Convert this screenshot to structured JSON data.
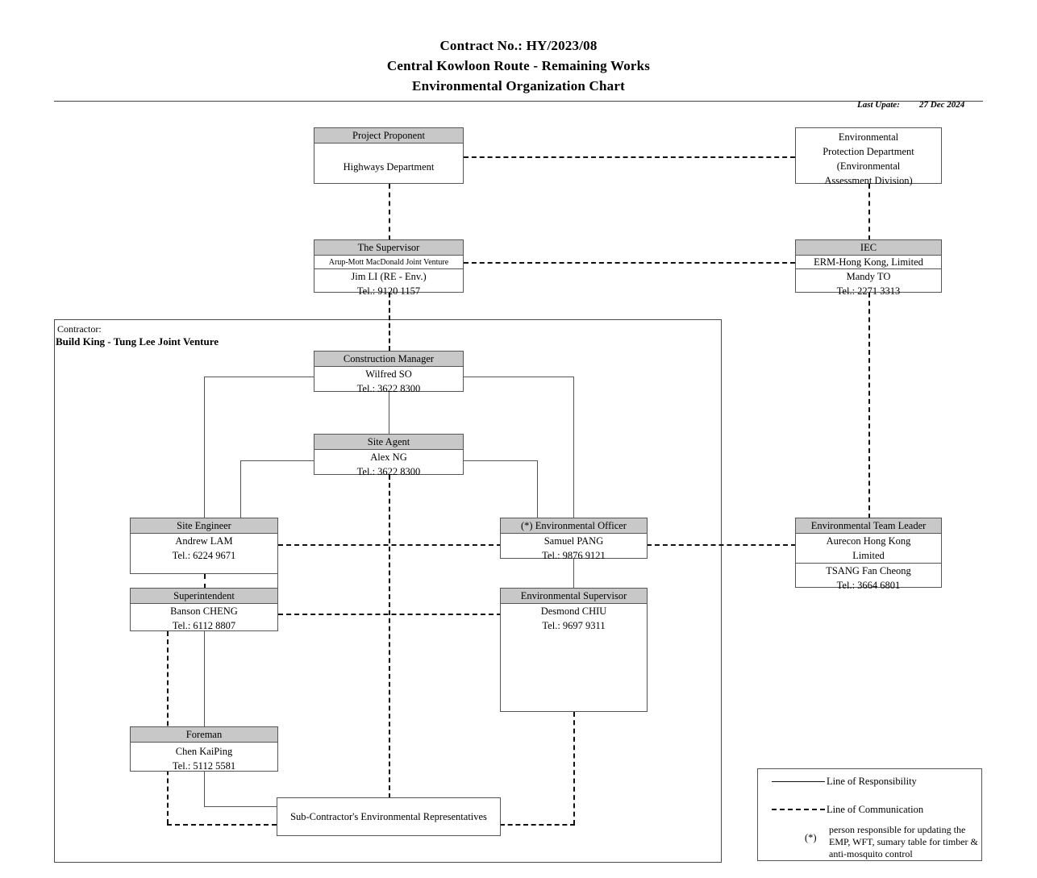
{
  "title": {
    "line1": "Contract No.: HY/2023/08",
    "line2": "Central Kowloon Route - Remaining Works",
    "line3": "Environmental Organization Chart"
  },
  "last_update": {
    "label": "Last Upate:",
    "value": "27 Dec 2024"
  },
  "contractor": {
    "caption": "Contractor:",
    "name": "Build King - Tung Lee Joint Venture"
  },
  "nodes": {
    "project_proponent": {
      "header": "Project Proponent",
      "line1": "Highways Department"
    },
    "epd": {
      "line1": "Environmental",
      "line2": "Protection Department",
      "line3": "(Environmental",
      "line4": "Assessment Division)"
    },
    "supervisor": {
      "header": "The Supervisor",
      "org": "Arup-Mott MacDonald Joint Venture",
      "person": "Jim LI (RE - Env.)",
      "tel": "Tel.: 9120 1157"
    },
    "iec": {
      "header": "IEC",
      "org": "ERM-Hong Kong, Limited",
      "person": "Mandy TO",
      "tel": "Tel.: 2271 3313"
    },
    "construction_manager": {
      "header": "Construction Manager",
      "person": "Wilfred SO",
      "tel": "Tel.: 3622 8300"
    },
    "site_agent": {
      "header": "Site Agent",
      "person": "Alex NG",
      "tel": "Tel.: 3622 8300"
    },
    "site_engineer": {
      "header": "Site Engineer",
      "person": "Andrew LAM",
      "tel": "Tel.: 6224 9671"
    },
    "environmental_officer": {
      "header": "(*) Environmental Officer",
      "person": "Samuel PANG",
      "tel": "Tel.: 9876 9121"
    },
    "environmental_team_leader": {
      "header": "Environmental Team Leader",
      "org1": "Aurecon Hong Kong",
      "org2": "Limited",
      "person": "TSANG Fan Cheong",
      "tel": "Tel.: 3664 6801"
    },
    "superintendent": {
      "header": "Superintendent",
      "person": "Banson CHENG",
      "tel": "Tel.: 6112 8807"
    },
    "environmental_supervisor": {
      "header": "Environmental Supervisor",
      "person": "Desmond CHIU",
      "tel": "Tel.: 9697 9311"
    },
    "foreman": {
      "header": "Foreman",
      "person": "Chen KaiPing",
      "tel": "Tel.: 5112 5581"
    },
    "subcontractor": {
      "label": "Sub-Contractor's Environmental Representatives"
    }
  },
  "legend": {
    "responsibility": "Line of Responsibility",
    "communication": "Line of Communication",
    "asterisk": "(*)",
    "note": "person responsible for updating the EMP, WFT, sumary table for timber & anti-mosquito control"
  },
  "colors": {
    "header_fill": "#c8c8c8",
    "border": "#555555",
    "dashed": "#111111",
    "background": "#ffffff"
  }
}
